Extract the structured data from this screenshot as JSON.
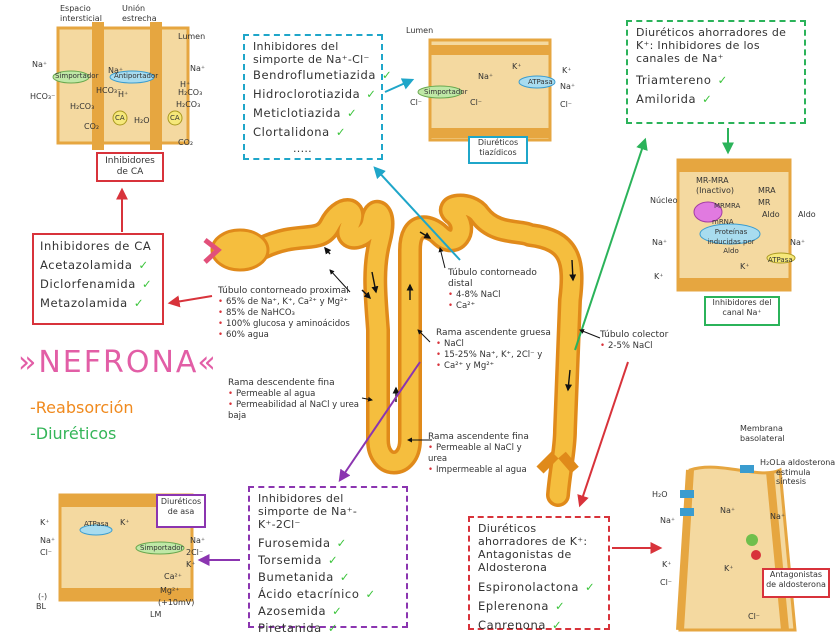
{
  "title": {
    "main": "»NEFRONA«",
    "reabs": "-Reabsorción",
    "diur": "-Diuréticos"
  },
  "ca_inhibitors": {
    "title": "Inhibidores de CA",
    "items": [
      "Acetazolamida",
      "Diclorfenamida",
      "Metazolamida"
    ]
  },
  "ca_short": "Inhibidores de CA",
  "cell1": {
    "espacio": "Espacio intersticial",
    "union": "Unión estrecha",
    "lumen": "Lumen",
    "simp": "Simportador",
    "anti": "Antiportador",
    "na1": "Na⁺",
    "hco3a": "HCO₃⁻",
    "na2": "Na⁺",
    "h1": "H⁺",
    "hco3b": "HCO₃⁻",
    "h2": "H⁺",
    "na3": "Na⁺",
    "h2co3a": "H₂CO₃",
    "h2co3b": "H₂CO₃",
    "ca1": "CA",
    "h2o": "H₂O",
    "co2a": "CO₂",
    "ca2": "CA",
    "co2b": "CO₂",
    "h2co3": "H₂CO₃"
  },
  "thiazide": {
    "title": "Inhibidores del simporte de Na⁺-Cl⁻",
    "items": [
      "Bendroflumetiazida",
      "Hidroclorotiazida",
      "Meticlotiazida",
      "Clortalidona"
    ],
    "dots": "....."
  },
  "cell2": {
    "lumen": "Lumen",
    "simp": "Simportador",
    "atp": "ATPasa",
    "k1": "K⁺",
    "k2": "K⁺",
    "na1": "Na⁺",
    "na2": "Na⁺",
    "cl1": "Cl⁻",
    "cl2": "Cl⁻",
    "cl3": "Cl⁻",
    "tag": "Diuréticos tiazídicos"
  },
  "ksparing_na": {
    "title": "Diuréticos ahorradores de K⁺: Inhibidores de los canales de Na⁺",
    "items": [
      "Triamtereno",
      "Amilorida"
    ]
  },
  "cell3": {
    "nucleo": "Núcleo",
    "mrmra": "MR-MRA (Inactivo)",
    "mra": "MRA",
    "mr": "MR",
    "mrmra2": "MRMRA",
    "aldo1": "Aldo",
    "aldo2": "Aldo",
    "mrna": "mRNA",
    "prot": "Proteínas inducidas por Aldo",
    "na1": "Na⁺",
    "na2": "Na⁺",
    "k1": "K⁺",
    "k2": "K⁺",
    "atp": "ATPasa",
    "tag": "Inhibidores del canal Na⁺"
  },
  "pct": {
    "title": "Túbulo contorneado proximal",
    "lines": [
      "65% de Na⁺, K⁺, Ca²⁺ y Mg²⁺",
      "85% de NaHCO₃",
      "100% glucosa y aminoácidos",
      "60% agua"
    ]
  },
  "dct": {
    "title": "Túbulo contorneado distal",
    "lines": [
      "4-8% NaCl",
      "Ca²⁺"
    ]
  },
  "thick": {
    "title": "Rama ascendente gruesa",
    "lines": [
      "NaCl",
      "15-25% Na⁺, K⁺, 2Cl⁻ y",
      "Ca²⁺ y Mg²⁺"
    ]
  },
  "collector": {
    "title": "Túbulo colector",
    "lines": [
      "2-5% NaCl"
    ]
  },
  "thin_desc": {
    "title": "Rama descendente fina",
    "lines": [
      "Permeable al agua",
      "Permeabilidad al NaCl y urea baja"
    ]
  },
  "thin_asc": {
    "title": "Rama ascendente fina",
    "lines": [
      "Permeable al NaCl y urea",
      "Impermeable al agua"
    ]
  },
  "loop_inh": {
    "title": "Inhibidores del simporte de Na⁺-K⁺-2Cl⁻",
    "items": [
      "Furosemida",
      "Torsemida",
      "Bumetanida",
      "Ácido etacrínico",
      "Azosemida",
      "Piretanida"
    ]
  },
  "cell4": {
    "diur": "Diuréticos de asa",
    "atp": "ATPasa",
    "simp": "Simportador",
    "k1": "K⁺",
    "k2": "K⁺",
    "na1": "Na⁺",
    "na2": "Na⁺",
    "cl1": "Cl⁻",
    "cl2": "2Cl⁻",
    "k3": "K⁺",
    "ca": "Ca²⁺",
    "mg": "Mg²⁺",
    "mv": "(+10mV)",
    "bl": "BL",
    "lm": "LM",
    "minus": "(-)"
  },
  "aldo_box": {
    "title": "Diuréticos ahorradores de K⁺: Antagonistas de Aldosterona",
    "items": [
      "Espironolactona",
      "Eplerenona",
      "Canrenona"
    ]
  },
  "cell5": {
    "membrana": "Membrana basolateral",
    "aldo_txt": "La aldosterona estimula síntesis",
    "h2o1": "H₂O",
    "h2o2": "H₂O",
    "na1": "Na⁺",
    "na2": "Na⁺",
    "na3": "Na⁺",
    "k1": "K⁺",
    "k2": "K⁺",
    "cl1": "Cl⁻",
    "cl2": "Cl⁻",
    "tag": "Antagonistas de aldosterona"
  },
  "colors": {
    "red": "#d8333b",
    "blue": "#1fa6c9",
    "green": "#2bb35a",
    "purple": "#8b35b0",
    "tube": "#f2b233",
    "cell": "#f4d9a0"
  }
}
